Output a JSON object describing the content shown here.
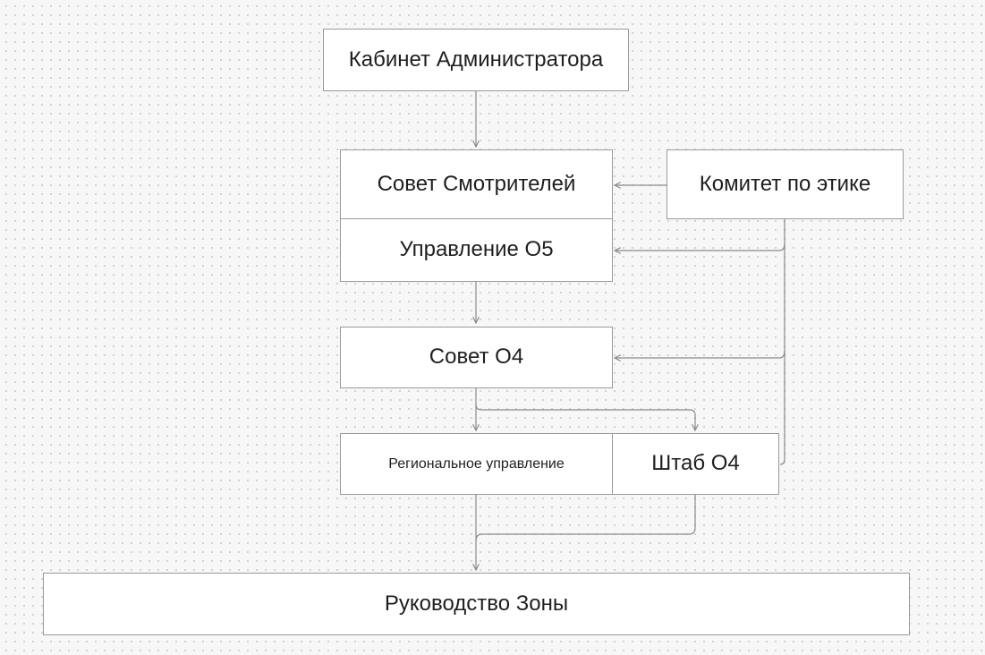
{
  "diagram": {
    "nodes": [
      {
        "id": "admin-cabinet",
        "label": "Кабинет Администратора"
      },
      {
        "id": "overseer-council",
        "label": "Совет Смотрителей"
      },
      {
        "id": "ethics-committee",
        "label": "Комитет по этике"
      },
      {
        "id": "o5-command",
        "label": "Управление O5"
      },
      {
        "id": "o4-council",
        "label": "Совет O4"
      },
      {
        "id": "regional-command",
        "label": "Региональное управление"
      },
      {
        "id": "o4-headquarters",
        "label": "Штаб O4"
      },
      {
        "id": "zone-leadership",
        "label": "Руководство Зоны"
      }
    ],
    "edges": [
      {
        "from": "admin-cabinet",
        "to": "overseer-council"
      },
      {
        "from": "ethics-committee",
        "to": "overseer-council"
      },
      {
        "from": "ethics-committee",
        "to": "o5-command"
      },
      {
        "from": "ethics-committee",
        "to": "o4-council"
      },
      {
        "from": "ethics-committee",
        "to": "o4-headquarters"
      },
      {
        "from": "o5-command",
        "to": "o4-council"
      },
      {
        "from": "o4-council",
        "to": "regional-command"
      },
      {
        "from": "o4-council",
        "to": "o4-headquarters"
      },
      {
        "from": "regional-command",
        "to": "zone-leadership"
      },
      {
        "from": "o4-headquarters",
        "to": "zone-leadership"
      }
    ],
    "colors": {
      "node_fill": "#ffffff",
      "node_border": "#9a9a9a",
      "connector": "#8a8a8a",
      "text": "#1f1f1f"
    }
  }
}
